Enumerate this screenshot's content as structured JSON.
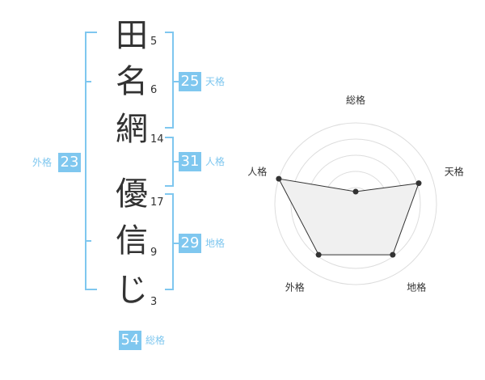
{
  "name_chars": [
    {
      "char": "田",
      "strokes": "5"
    },
    {
      "char": "名",
      "strokes": "6"
    },
    {
      "char": "網",
      "strokes": "14"
    },
    {
      "char": "優",
      "strokes": "17"
    },
    {
      "char": "信",
      "strokes": "9"
    },
    {
      "char": "じ",
      "strokes": "3"
    }
  ],
  "scores": {
    "tenkaku": {
      "value": "25",
      "label": "天格"
    },
    "jinkaku": {
      "value": "31",
      "label": "人格"
    },
    "chikaku": {
      "value": "29",
      "label": "地格"
    },
    "gaikaku": {
      "value": "23",
      "label": "外格"
    },
    "soukaku": {
      "value": "54",
      "label": "総格"
    }
  },
  "colors": {
    "accent": "#7fc7ef",
    "fill": "#f0f0f0",
    "ring": "#dddddd"
  },
  "chart_data": {
    "type": "radar",
    "axes": [
      "総格",
      "天格",
      "地格",
      "外格",
      "人格"
    ],
    "values": [
      0.15,
      0.82,
      0.78,
      0.78,
      1.0
    ]
  }
}
